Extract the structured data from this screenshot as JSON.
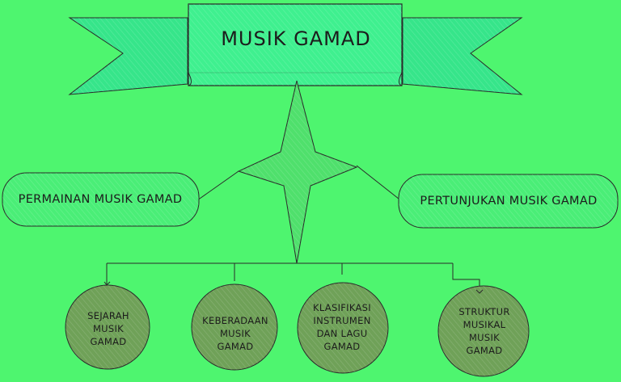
{
  "title": "MUSIK GAMAD",
  "branches": {
    "left": "PERMAINAN MUSIK GAMAD",
    "right": "PERTUNJUKAN MUSIK GAMAD"
  },
  "topics": [
    "SEJARAH\nMUSIK\nGAMAD",
    "KEBERADAAN\nMUSIK\nGAMAD",
    "KLASIFIKASI\nINSTRUMEN\nDAN LAGU\nGAMAD",
    "STRUKTUR\nMUSIKAL\nMUSIK\nGAMAD"
  ],
  "colors": {
    "background": "#4ef56f",
    "banner": "#3eea8c",
    "pill": "#4cee77",
    "star": "#52e06a",
    "circle": "#6f9f57",
    "stroke": "#2a2a2a"
  }
}
